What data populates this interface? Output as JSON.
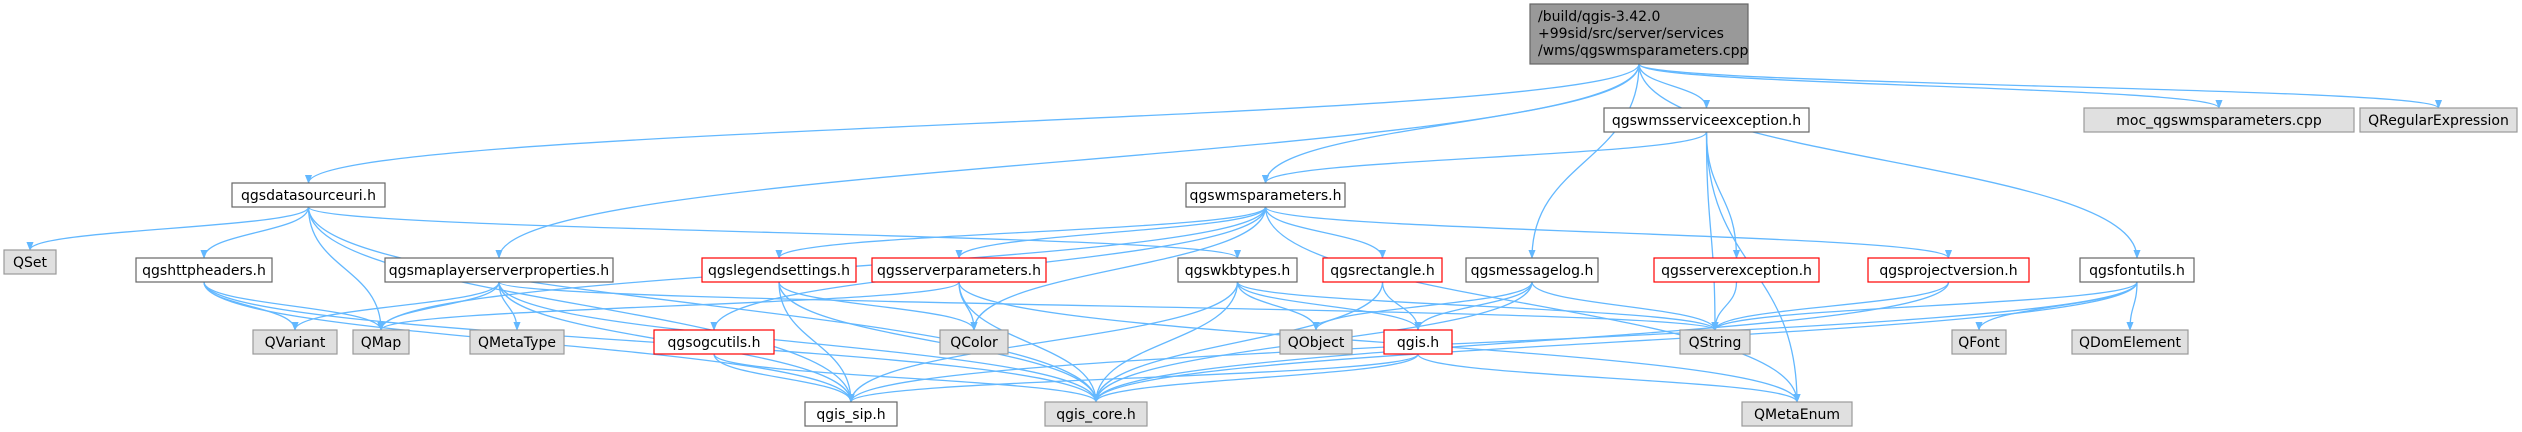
{
  "style": {
    "edge_color": "#63b8ff",
    "root_fill": "#999999",
    "root_stroke": "#666666",
    "normal_fill": "#ffffff",
    "normal_stroke": "#666666",
    "external_fill": "#e0e0e0",
    "external_stroke": "#999999",
    "partial_stroke": "#ff0000"
  },
  "nodes": [
    {
      "id": "root",
      "kind": "root",
      "lines": [
        "/build/qgis-3.42.0",
        "+99sid/src/server/services",
        "/wms/qgswmsparameters.cpp"
      ]
    },
    {
      "id": "qgswmsserviceexception_h",
      "kind": "normal",
      "lines": [
        "qgswmsserviceexception.h"
      ]
    },
    {
      "id": "moc_qgswmsparameters_cpp",
      "kind": "external",
      "lines": [
        "moc_qgswmsparameters.cpp"
      ]
    },
    {
      "id": "QRegularExpression",
      "kind": "external",
      "lines": [
        "QRegularExpression"
      ]
    },
    {
      "id": "qgsdatasourceuri_h",
      "kind": "normal",
      "lines": [
        "qgsdatasourceuri.h"
      ]
    },
    {
      "id": "qgswmsparameters_h",
      "kind": "normal",
      "lines": [
        "qgswmsparameters.h"
      ]
    },
    {
      "id": "QSet",
      "kind": "external",
      "lines": [
        "QSet"
      ]
    },
    {
      "id": "qgshttpheaders_h",
      "kind": "normal",
      "lines": [
        "qgshttpheaders.h"
      ]
    },
    {
      "id": "qgsmaplayerserverproperties_h",
      "kind": "normal",
      "lines": [
        "qgsmaplayerserverproperties.h"
      ]
    },
    {
      "id": "qgslegendsettings_h",
      "kind": "partial",
      "lines": [
        "qgslegendsettings.h"
      ]
    },
    {
      "id": "qgsserverparameters_h",
      "kind": "partial",
      "lines": [
        "qgsserverparameters.h"
      ]
    },
    {
      "id": "qgswkbtypes_h",
      "kind": "normal",
      "lines": [
        "qgswkbtypes.h"
      ]
    },
    {
      "id": "qgsrectangle_h",
      "kind": "partial",
      "lines": [
        "qgsrectangle.h"
      ]
    },
    {
      "id": "qgsmessagelog_h",
      "kind": "normal",
      "lines": [
        "qgsmessagelog.h"
      ]
    },
    {
      "id": "qgsserverexception_h",
      "kind": "partial",
      "lines": [
        "qgsserverexception.h"
      ]
    },
    {
      "id": "qgsprojectversion_h",
      "kind": "partial",
      "lines": [
        "qgsprojectversion.h"
      ]
    },
    {
      "id": "qgsfontutils_h",
      "kind": "normal",
      "lines": [
        "qgsfontutils.h"
      ]
    },
    {
      "id": "QVariant",
      "kind": "external",
      "lines": [
        "QVariant"
      ]
    },
    {
      "id": "QMap",
      "kind": "external",
      "lines": [
        "QMap"
      ]
    },
    {
      "id": "QMetaType",
      "kind": "external",
      "lines": [
        "QMetaType"
      ]
    },
    {
      "id": "qgsogcutils_h",
      "kind": "partial",
      "lines": [
        "qgsogcutils.h"
      ]
    },
    {
      "id": "QColor",
      "kind": "external",
      "lines": [
        "QColor"
      ]
    },
    {
      "id": "QObject",
      "kind": "external",
      "lines": [
        "QObject"
      ]
    },
    {
      "id": "qgis_h",
      "kind": "partial",
      "lines": [
        "qgis.h"
      ]
    },
    {
      "id": "QString",
      "kind": "external",
      "lines": [
        "QString"
      ]
    },
    {
      "id": "QFont",
      "kind": "external",
      "lines": [
        "QFont"
      ]
    },
    {
      "id": "QDomElement",
      "kind": "external",
      "lines": [
        "QDomElement"
      ]
    },
    {
      "id": "qgis_sip_h",
      "kind": "normal",
      "lines": [
        "qgis_sip.h"
      ]
    },
    {
      "id": "qgis_core_h",
      "kind": "external",
      "lines": [
        "qgis_core.h"
      ]
    },
    {
      "id": "QMetaEnum",
      "kind": "external",
      "lines": [
        "QMetaEnum"
      ]
    }
  ],
  "edges": [
    [
      "root",
      "qgsdatasourceuri_h"
    ],
    [
      "root",
      "qgsmaplayerserverproperties_h"
    ],
    [
      "root",
      "qgswmsparameters_h"
    ],
    [
      "root",
      "qgsmessagelog_h"
    ],
    [
      "root",
      "qgswmsserviceexception_h"
    ],
    [
      "root",
      "qgsfontutils_h"
    ],
    [
      "root",
      "moc_qgswmsparameters_cpp"
    ],
    [
      "root",
      "QRegularExpression"
    ],
    [
      "qgswmsserviceexception_h",
      "qgswmsparameters_h"
    ],
    [
      "qgswmsserviceexception_h",
      "qgsserverexception_h"
    ],
    [
      "qgswmsserviceexception_h",
      "QString"
    ],
    [
      "qgswmsserviceexception_h",
      "QMetaEnum"
    ],
    [
      "qgsdatasourceuri_h",
      "QSet"
    ],
    [
      "qgsdatasourceuri_h",
      "qgshttpheaders_h"
    ],
    [
      "qgsdatasourceuri_h",
      "QMap"
    ],
    [
      "qgsdatasourceuri_h",
      "qgswkbtypes_h"
    ],
    [
      "qgsdatasourceuri_h",
      "qgis_core_h"
    ],
    [
      "qgsdatasourceuri_h",
      "qgis_sip_h"
    ],
    [
      "qgswmsparameters_h",
      "QMap"
    ],
    [
      "qgswmsparameters_h",
      "qgslegendsettings_h"
    ],
    [
      "qgswmsparameters_h",
      "qgsserverparameters_h"
    ],
    [
      "qgswmsparameters_h",
      "qgsrectangle_h"
    ],
    [
      "qgswmsparameters_h",
      "qgsprojectversion_h"
    ],
    [
      "qgswmsparameters_h",
      "qgsogcutils_h"
    ],
    [
      "qgswmsparameters_h",
      "QColor"
    ],
    [
      "qgswmsparameters_h",
      "QMetaEnum"
    ],
    [
      "qgshttpheaders_h",
      "QVariant"
    ],
    [
      "qgshttpheaders_h",
      "QMap"
    ],
    [
      "qgshttpheaders_h",
      "qgis_core_h"
    ],
    [
      "qgshttpheaders_h",
      "qgis_sip_h"
    ],
    [
      "qgsmaplayerserverproperties_h",
      "QVariant"
    ],
    [
      "qgsmaplayerserverproperties_h",
      "QMap"
    ],
    [
      "qgsmaplayerserverproperties_h",
      "QMetaType"
    ],
    [
      "qgsmaplayerserverproperties_h",
      "QString"
    ],
    [
      "qgsmaplayerserverproperties_h",
      "qgis_core_h"
    ],
    [
      "qgsmaplayerserverproperties_h",
      "qgis_sip_h"
    ],
    [
      "qgslegendsettings_h",
      "QColor"
    ],
    [
      "qgslegendsettings_h",
      "qgis_sip_h"
    ],
    [
      "qgslegendsettings_h",
      "qgis_core_h"
    ],
    [
      "qgsserverparameters_h",
      "QMap"
    ],
    [
      "qgsserverparameters_h",
      "QColor"
    ],
    [
      "qgsserverparameters_h",
      "qgis_core_h"
    ],
    [
      "qgsserverparameters_h",
      "QMetaEnum"
    ],
    [
      "qgswkbtypes_h",
      "QObject"
    ],
    [
      "qgswkbtypes_h",
      "QString"
    ],
    [
      "qgswkbtypes_h",
      "qgis_h"
    ],
    [
      "qgswkbtypes_h",
      "qgis_core_h"
    ],
    [
      "qgswkbtypes_h",
      "qgis_sip_h"
    ],
    [
      "qgsrectangle_h",
      "qgis_h"
    ],
    [
      "qgsrectangle_h",
      "qgis_core_h"
    ],
    [
      "qgsmessagelog_h",
      "QString"
    ],
    [
      "qgsmessagelog_h",
      "QObject"
    ],
    [
      "qgsmessagelog_h",
      "qgis_h"
    ],
    [
      "qgsmessagelog_h",
      "qgis_core_h"
    ],
    [
      "qgsserverexception_h",
      "QString"
    ],
    [
      "qgsprojectversion_h",
      "QString"
    ],
    [
      "qgsprojectversion_h",
      "qgis_core_h"
    ],
    [
      "qgsfontutils_h",
      "QString"
    ],
    [
      "qgsfontutils_h",
      "QFont"
    ],
    [
      "qgsfontutils_h",
      "QDomElement"
    ],
    [
      "qgsfontutils_h",
      "qgis_core_h"
    ],
    [
      "qgsfontutils_h",
      "qgis_sip_h"
    ],
    [
      "qgsogcutils_h",
      "qgis_sip_h"
    ],
    [
      "qgsogcutils_h",
      "qgis_core_h"
    ],
    [
      "qgis_h",
      "qgis_sip_h"
    ],
    [
      "qgis_h",
      "qgis_core_h"
    ],
    [
      "qgis_h",
      "QMetaEnum"
    ]
  ]
}
